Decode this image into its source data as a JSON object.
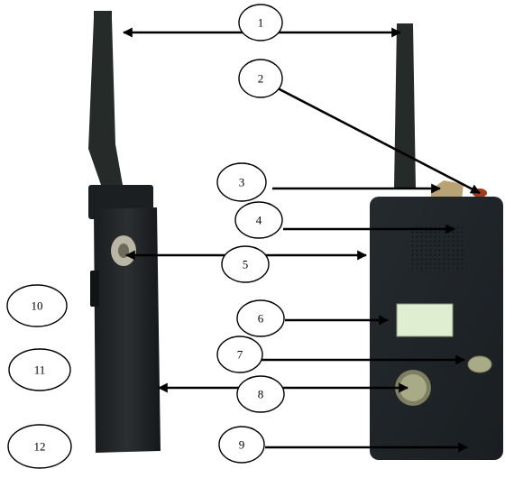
{
  "diagram": {
    "callouts": [
      {
        "id": 1,
        "label": "1"
      },
      {
        "id": 2,
        "label": "2"
      },
      {
        "id": 3,
        "label": "3"
      },
      {
        "id": 4,
        "label": "4"
      },
      {
        "id": 5,
        "label": "5"
      },
      {
        "id": 6,
        "label": "6"
      },
      {
        "id": 7,
        "label": "7"
      },
      {
        "id": 8,
        "label": "8"
      },
      {
        "id": 9,
        "label": "9"
      },
      {
        "id": 10,
        "label": "10"
      },
      {
        "id": 11,
        "label": "11"
      },
      {
        "id": 12,
        "label": "12"
      }
    ]
  },
  "colors": {
    "device_body": "#1e2226",
    "antenna": "#262b2a",
    "lcd_screen": "#dfeed1",
    "side_button": "#a8ab86",
    "button_rim": "#7e7e62",
    "knob": "#b9a274",
    "led": "#a23a1c"
  }
}
